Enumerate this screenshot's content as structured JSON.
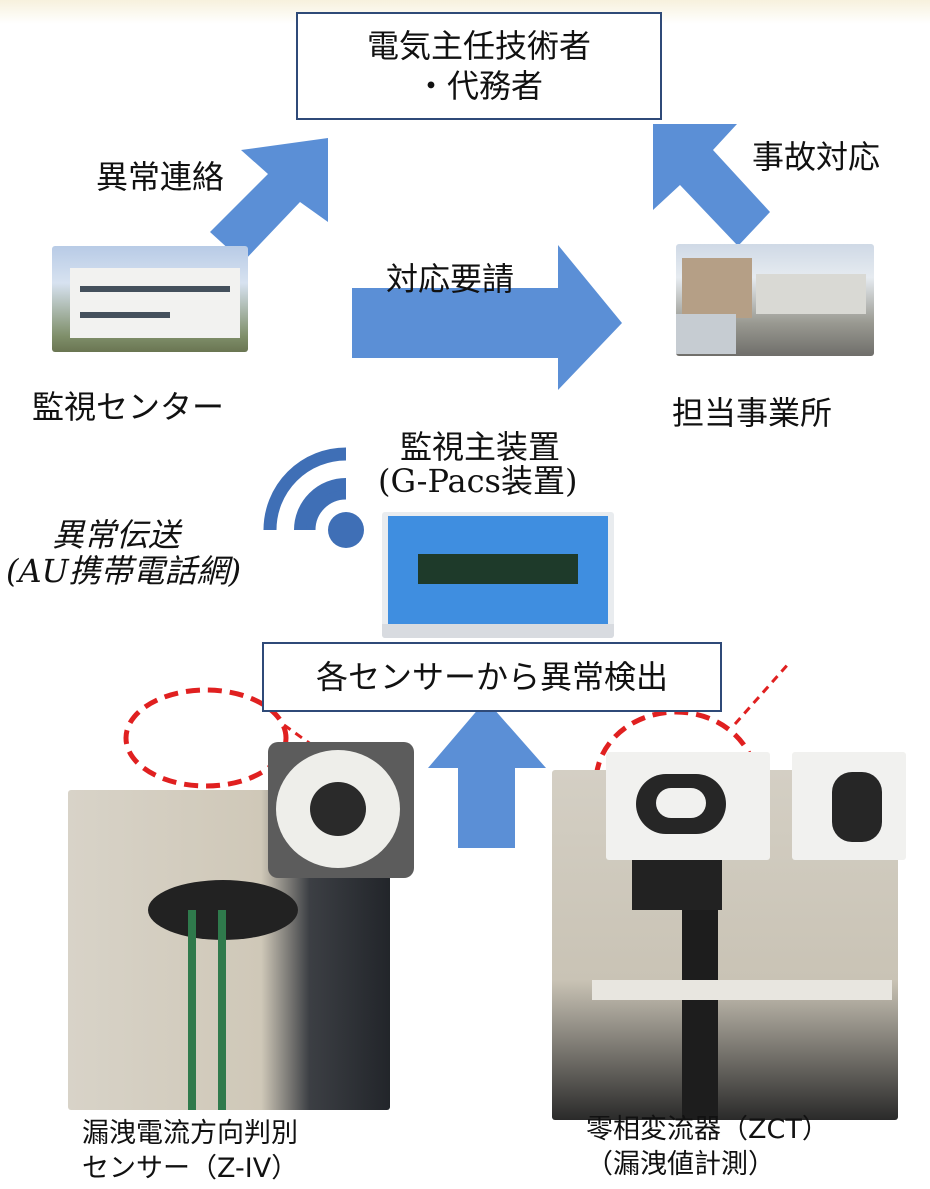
{
  "top_box": {
    "line1": "電気主任技術者",
    "line2": "・代務者"
  },
  "arrows": {
    "abnormal_contact": "異常連絡",
    "accident_response": "事故対応",
    "response_request": "対応要請"
  },
  "nodes": {
    "monitoring_center": "監視センター",
    "business_office": "担当事業所",
    "main_device_line1": "監視主装置",
    "main_device_line2": "(G-Pacs装置)"
  },
  "transmission": {
    "line1": "異常伝送",
    "line2": "(AU携帯電話網)"
  },
  "detect_box": "各センサーから異常検出",
  "sensors": {
    "left_line1": "漏洩電流方向判別",
    "left_line2": "センサー（Z-IV）",
    "right_line1": "零相変流器（ZCT）",
    "right_line2": "（漏洩値計測）"
  },
  "colors": {
    "arrow": "#5b8fd6",
    "box_border": "#2f4a78",
    "signal": "#3f6fb6",
    "highlight": "#e02020"
  }
}
